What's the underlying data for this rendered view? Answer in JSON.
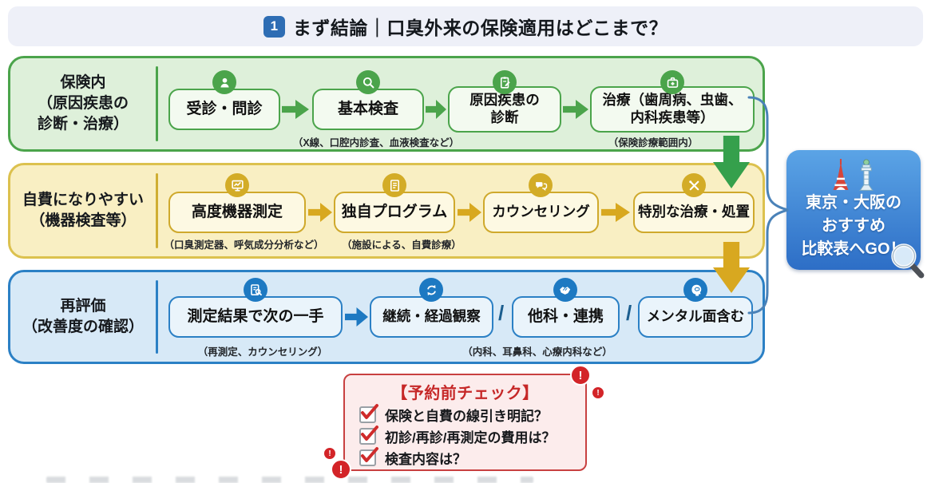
{
  "header": {
    "badge": "1",
    "title": "まず結論｜口臭外来の保険適用はどこまで？"
  },
  "rows": [
    {
      "label_lines": [
        "保険内",
        "（原因疾患の",
        "診断・治療）"
      ],
      "steps": [
        {
          "label": "受診・問診",
          "icon": "person-icon"
        },
        {
          "label": "基本検査",
          "icon": "search-icon"
        },
        {
          "lines": [
            "原因疾患の",
            "診断"
          ],
          "icon": "clipboard-icon"
        },
        {
          "lines": [
            "治療（歯周病、虫歯、",
            "内科疾患等）"
          ],
          "icon": "medical-bag-icon"
        }
      ],
      "captions": [
        "（X線、口腔内診査、血液検査など）",
        "（保険診療範囲内）"
      ]
    },
    {
      "label_lines": [
        "自費になりやすい",
        "（機器検査等）"
      ],
      "steps": [
        {
          "label": "高度機器測定",
          "icon": "device-monitor-icon"
        },
        {
          "label": "独自プログラム",
          "icon": "program-document-icon"
        },
        {
          "label": "カウンセリング",
          "icon": "counseling-bubbles-icon"
        },
        {
          "label": "特別な治療・処置",
          "icon": "treatment-tools-icon"
        }
      ],
      "captions": [
        "（口臭測定器、呼気成分分析など）",
        "（施設による、自費診療）"
      ]
    },
    {
      "label_lines": [
        "再評価",
        "（改善度の確認）"
      ],
      "steps": [
        {
          "label": "測定結果で次の一手",
          "icon": "result-review-icon"
        },
        {
          "label": "継続・経過観察",
          "icon": "repeat-icon"
        },
        {
          "label": "他科・連携",
          "icon": "handshake-icon"
        },
        {
          "label": "メンタル面含む",
          "icon": "mental-head-icon"
        }
      ],
      "separator": "/",
      "captions": [
        "（再測定、カウンセリング）",
        "（内科、耳鼻科、心療内科など）"
      ]
    }
  ],
  "cta": {
    "lines": [
      "東京・大阪の",
      "おすすめ",
      "比較表へGO！"
    ],
    "icons": [
      "tokyo-tower-icon",
      "tsutenkaku-tower-icon",
      "magnifier-link-icon"
    ]
  },
  "precheck": {
    "title": "【予約前チェック】",
    "items": [
      "保険と自費の線引き明記？",
      "初診/再診/再測定の費用は？",
      "検査内容は？"
    ],
    "alert_char": "!"
  },
  "colors": {
    "green": "#4ba44b",
    "yellow": "#d3ac27",
    "blue": "#1d79c2",
    "red": "#c62828",
    "bracket": "#4a82b8",
    "badge_blue": "#2e6db4",
    "cta_top": "#5ba4e6",
    "cta_bottom": "#2d6ec6"
  }
}
